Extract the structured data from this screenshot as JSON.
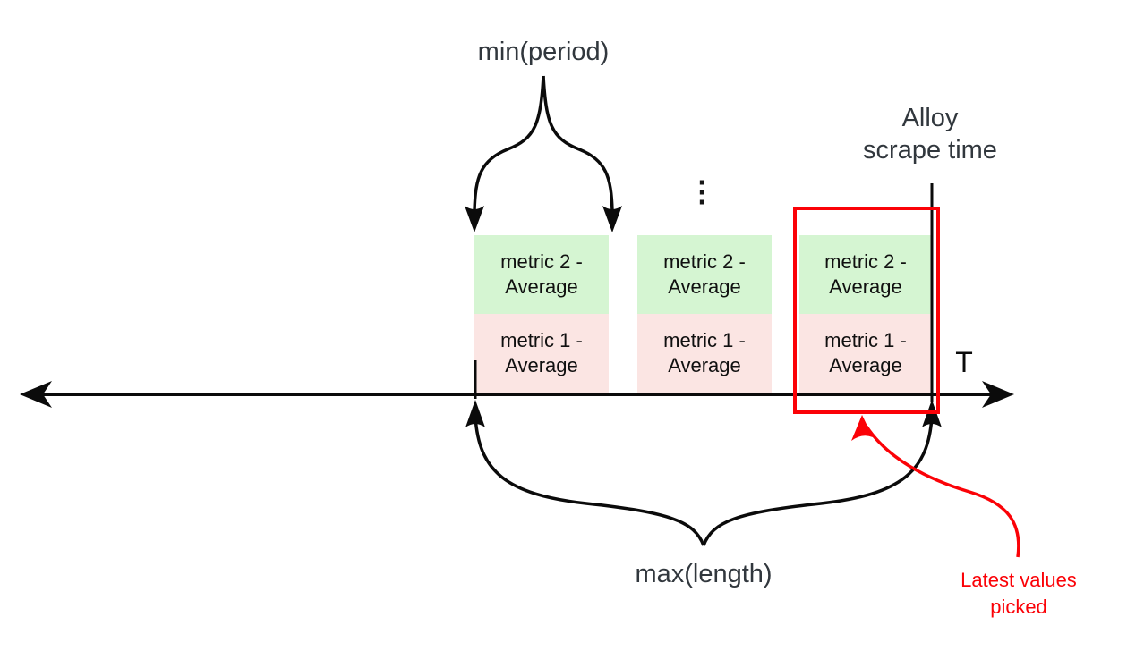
{
  "labels": {
    "min_period": "min(period)",
    "max_length": "max(length)",
    "scrape_time_line1": "Alloy",
    "scrape_time_line2": "scrape time",
    "axis": "T",
    "ellipsis": "⋮",
    "latest_line1": "Latest values",
    "latest_line2": "picked"
  },
  "blocks": [
    {
      "metric2_line1": "metric 2 -",
      "metric2_line2": "Average",
      "metric1_line1": "metric 1 -",
      "metric1_line2": "Average"
    },
    {
      "metric2_line1": "metric 2 -",
      "metric2_line2": "Average",
      "metric1_line1": "metric 1 -",
      "metric1_line2": "Average"
    },
    {
      "metric2_line1": "metric 2 -",
      "metric2_line2": "Average",
      "metric1_line1": "metric 1 -",
      "metric1_line2": "Average"
    }
  ],
  "colors": {
    "black": "#0b0b0b",
    "text_dark": "#31373d",
    "red": "#fb0207",
    "green_fill": "#d5f5d2",
    "pink_fill": "#fbe5e3"
  }
}
